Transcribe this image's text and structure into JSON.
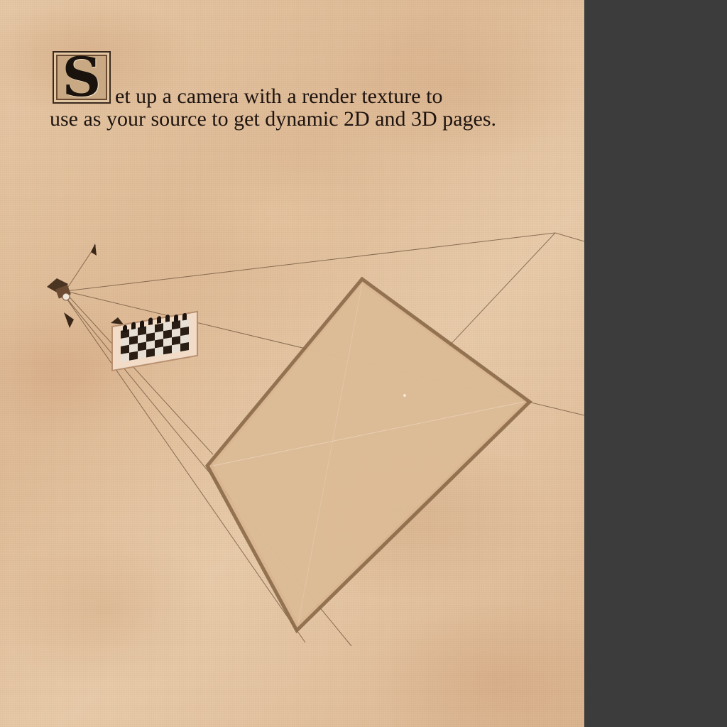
{
  "page": {
    "drop_cap": "S",
    "text_first": "et up a camera with a render texture to",
    "text_rest": "use as your source to get dynamic 2D and 3D pages."
  },
  "scene": {
    "camera_icon": "camera-gizmo-icon",
    "chessboard_icon": "chessboard-icon",
    "render_plane_icon": "render-texture-plane"
  },
  "colors": {
    "paper": "#e6c8a6",
    "ink": "#1e1410",
    "background": "#3c3c3c"
  }
}
